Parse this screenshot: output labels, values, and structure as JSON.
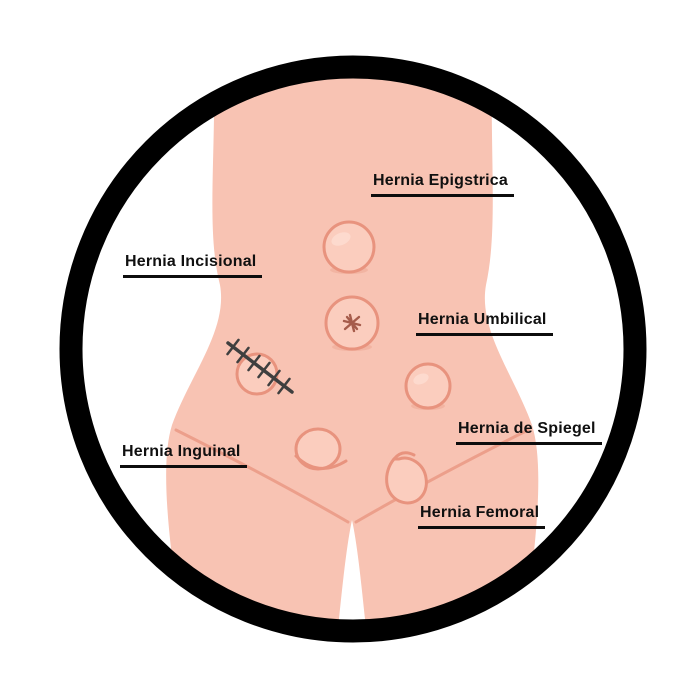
{
  "diagram": {
    "name": "abdominal-hernia-types-diagram",
    "frame": {
      "shape": "circle",
      "stroke_color": "#000000"
    },
    "colors": {
      "skin": "#f8c3b3",
      "skin_light": "#fbcdbe",
      "skin_line": "#e8937e",
      "skin_shadow": "#eda893",
      "scar": "#3f3f3f",
      "navel": "#a65c4b",
      "label_text": "#101010",
      "underline": "#0d0d0d",
      "frame": "#000000",
      "bg": "#ffffff"
    },
    "labels": [
      {
        "id": "epigastrica",
        "text": "Hernia Epigstrica"
      },
      {
        "id": "incisional",
        "text": "Hernia Incisional"
      },
      {
        "id": "umbilical",
        "text": "Hernia Umbilical"
      },
      {
        "id": "spiegel",
        "text": "Hernia de Spiegel"
      },
      {
        "id": "inguinal",
        "text": "Hernia Inguinal"
      },
      {
        "id": "femoral",
        "text": "Hernia Femoral"
      }
    ]
  }
}
